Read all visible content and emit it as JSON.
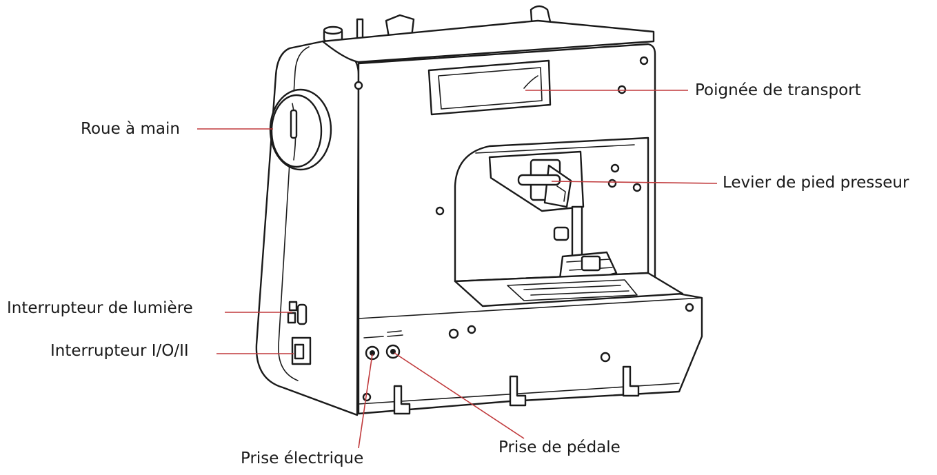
{
  "colors": {
    "leader": "#c0393b",
    "line": "#1a1a1a",
    "background": "#ffffff"
  },
  "labels": {
    "handle": "Poignée de transport",
    "handwheel": "Roue à main",
    "presser_lever": "Levier de pied presseur",
    "light_switch": "Interrupteur de lumière",
    "power_switch": "Interrupteur I/O/II",
    "power_socket": "Prise électrique",
    "pedal_socket": "Prise de pédale"
  }
}
